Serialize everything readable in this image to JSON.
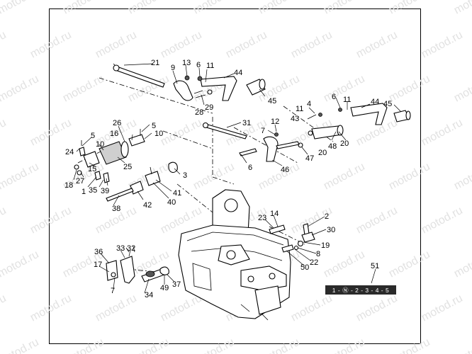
{
  "watermark": {
    "text": "motod.ru"
  },
  "diagram": {
    "callouts": [
      {
        "id": "c21",
        "label": "21"
      },
      {
        "id": "c13",
        "label": "13"
      },
      {
        "id": "c9",
        "label": "9"
      },
      {
        "id": "c6a",
        "label": "6"
      },
      {
        "id": "c11a",
        "label": "11"
      },
      {
        "id": "c44a",
        "label": "44"
      },
      {
        "id": "c45a",
        "label": "45"
      },
      {
        "id": "c29",
        "label": "29"
      },
      {
        "id": "c28",
        "label": "28"
      },
      {
        "id": "c4",
        "label": "4"
      },
      {
        "id": "c11b",
        "label": "11"
      },
      {
        "id": "c43",
        "label": "43"
      },
      {
        "id": "c6b",
        "label": "6"
      },
      {
        "id": "c11c",
        "label": "11"
      },
      {
        "id": "c44b",
        "label": "44"
      },
      {
        "id": "c45b",
        "label": "45"
      },
      {
        "id": "c48",
        "label": "48"
      },
      {
        "id": "c20a",
        "label": "20"
      },
      {
        "id": "c20b",
        "label": "20"
      },
      {
        "id": "c47",
        "label": "47"
      },
      {
        "id": "c31",
        "label": "31"
      },
      {
        "id": "c12",
        "label": "12"
      },
      {
        "id": "c7a",
        "label": "7"
      },
      {
        "id": "c6c",
        "label": "6"
      },
      {
        "id": "c46",
        "label": "46"
      },
      {
        "id": "c26",
        "label": "26"
      },
      {
        "id": "c16",
        "label": "16"
      },
      {
        "id": "c5a",
        "label": "5"
      },
      {
        "id": "c5b",
        "label": "5"
      },
      {
        "id": "c10a",
        "label": "10"
      },
      {
        "id": "c10b",
        "label": "10"
      },
      {
        "id": "c24",
        "label": "24"
      },
      {
        "id": "c25",
        "label": "25"
      },
      {
        "id": "c15",
        "label": "15"
      },
      {
        "id": "c18",
        "label": "18"
      },
      {
        "id": "c27",
        "label": "27"
      },
      {
        "id": "c1",
        "label": "1"
      },
      {
        "id": "c35",
        "label": "35"
      },
      {
        "id": "c39",
        "label": "39"
      },
      {
        "id": "c3",
        "label": "3"
      },
      {
        "id": "c41",
        "label": "41"
      },
      {
        "id": "c42",
        "label": "42"
      },
      {
        "id": "c40",
        "label": "40"
      },
      {
        "id": "c38",
        "label": "38"
      },
      {
        "id": "c23",
        "label": "23"
      },
      {
        "id": "c14",
        "label": "14"
      },
      {
        "id": "c2",
        "label": "2"
      },
      {
        "id": "c30",
        "label": "30"
      },
      {
        "id": "c19",
        "label": "19"
      },
      {
        "id": "c8",
        "label": "8"
      },
      {
        "id": "c22",
        "label": "22"
      },
      {
        "id": "c50",
        "label": "50"
      },
      {
        "id": "c36",
        "label": "36"
      },
      {
        "id": "c33",
        "label": "33"
      },
      {
        "id": "c32",
        "label": "32"
      },
      {
        "id": "c17",
        "label": "17"
      },
      {
        "id": "c7b",
        "label": "7"
      },
      {
        "id": "c34",
        "label": "34"
      },
      {
        "id": "c49",
        "label": "49"
      },
      {
        "id": "c37",
        "label": "37"
      },
      {
        "id": "c51",
        "label": "51"
      }
    ],
    "shift_pattern": "1 - Ⓝ - 2 - 3 - 4 - 5"
  }
}
